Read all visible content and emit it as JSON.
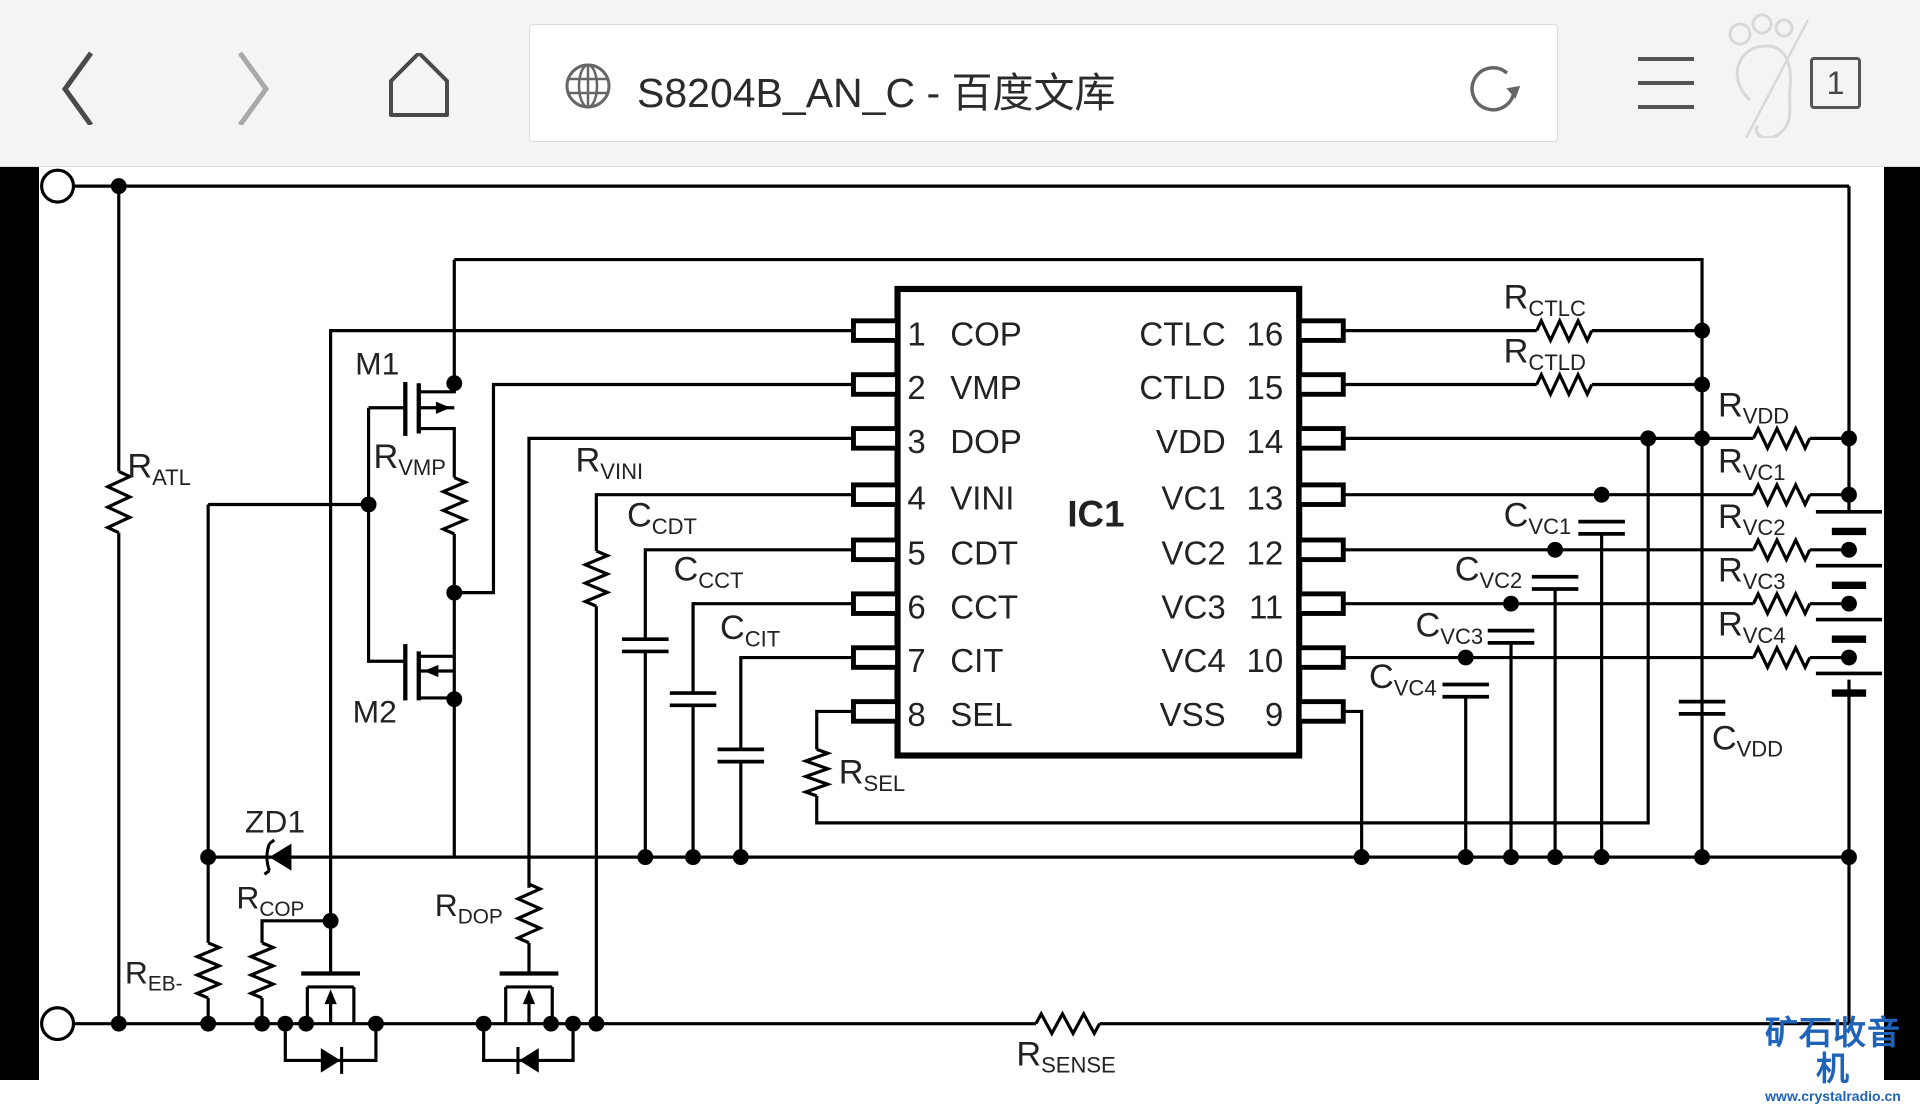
{
  "browser": {
    "title": "S8204B_AN_C - 百度文库",
    "tab_count": "1",
    "icons": {
      "back": "chevron-left-icon",
      "forward": "chevron-right-icon",
      "home": "home-icon",
      "site": "globe-icon",
      "reload": "reload-icon",
      "menu": "hamburger-menu-icon",
      "incognito": "paw-slash-icon",
      "tabs": "tab-count-icon"
    },
    "colors": {
      "toolbar_bg": "#f4f4f4",
      "icon": "#555555",
      "icon_disabled": "#aaaaaa",
      "watermark": "#1f63b8"
    }
  },
  "schematic": {
    "ic": {
      "name": "IC1",
      "left_pins": [
        {
          "num": "1",
          "name": "COP"
        },
        {
          "num": "2",
          "name": "VMP"
        },
        {
          "num": "3",
          "name": "DOP"
        },
        {
          "num": "4",
          "name": "VINI"
        },
        {
          "num": "5",
          "name": "CDT"
        },
        {
          "num": "6",
          "name": "CCT"
        },
        {
          "num": "7",
          "name": "CIT"
        },
        {
          "num": "8",
          "name": "SEL"
        }
      ],
      "right_pins": [
        {
          "num": "16",
          "name": "CTLC"
        },
        {
          "num": "15",
          "name": "CTLD"
        },
        {
          "num": "14",
          "name": "VDD"
        },
        {
          "num": "13",
          "name": "VC1"
        },
        {
          "num": "12",
          "name": "VC2"
        },
        {
          "num": "11",
          "name": "VC3"
        },
        {
          "num": "10",
          "name": "VC4"
        },
        {
          "num": "9",
          "name": "VSS"
        }
      ]
    },
    "labels": {
      "m1": "M1",
      "m2": "M2",
      "zd1": "ZD1",
      "r_atl": {
        "main": "R",
        "sub": "ATL"
      },
      "r_vmp": {
        "main": "R",
        "sub": "VMP"
      },
      "r_vini": {
        "main": "R",
        "sub": "VINI"
      },
      "c_cdt": {
        "main": "C",
        "sub": "CDT"
      },
      "c_cct": {
        "main": "C",
        "sub": "CCT"
      },
      "c_cit": {
        "main": "C",
        "sub": "CIT"
      },
      "r_sel": {
        "main": "R",
        "sub": "SEL"
      },
      "r_cop": {
        "main": "R",
        "sub": "COP"
      },
      "r_dop": {
        "main": "R",
        "sub": "DOP"
      },
      "r_eb": {
        "main": "R",
        "sub": "EB-"
      },
      "r_sense": {
        "main": "R",
        "sub": "SENSE"
      },
      "r_ctlc": {
        "main": "R",
        "sub": "CTLC"
      },
      "r_ctld": {
        "main": "R",
        "sub": "CTLD"
      },
      "r_vdd": {
        "main": "R",
        "sub": "VDD"
      },
      "r_vc1": {
        "main": "R",
        "sub": "VC1"
      },
      "r_vc2": {
        "main": "R",
        "sub": "VC2"
      },
      "r_vc3": {
        "main": "R",
        "sub": "VC3"
      },
      "r_vc4": {
        "main": "R",
        "sub": "VC4"
      },
      "c_vc1": {
        "main": "C",
        "sub": "VC1"
      },
      "c_vc2": {
        "main": "C",
        "sub": "VC2"
      },
      "c_vc3": {
        "main": "C",
        "sub": "VC3"
      },
      "c_vc4": {
        "main": "C",
        "sub": "VC4"
      },
      "c_vdd": {
        "main": "C",
        "sub": "VDD"
      }
    }
  },
  "watermark": {
    "title": "矿石收音机",
    "url": "www.crystalradio.cn"
  }
}
